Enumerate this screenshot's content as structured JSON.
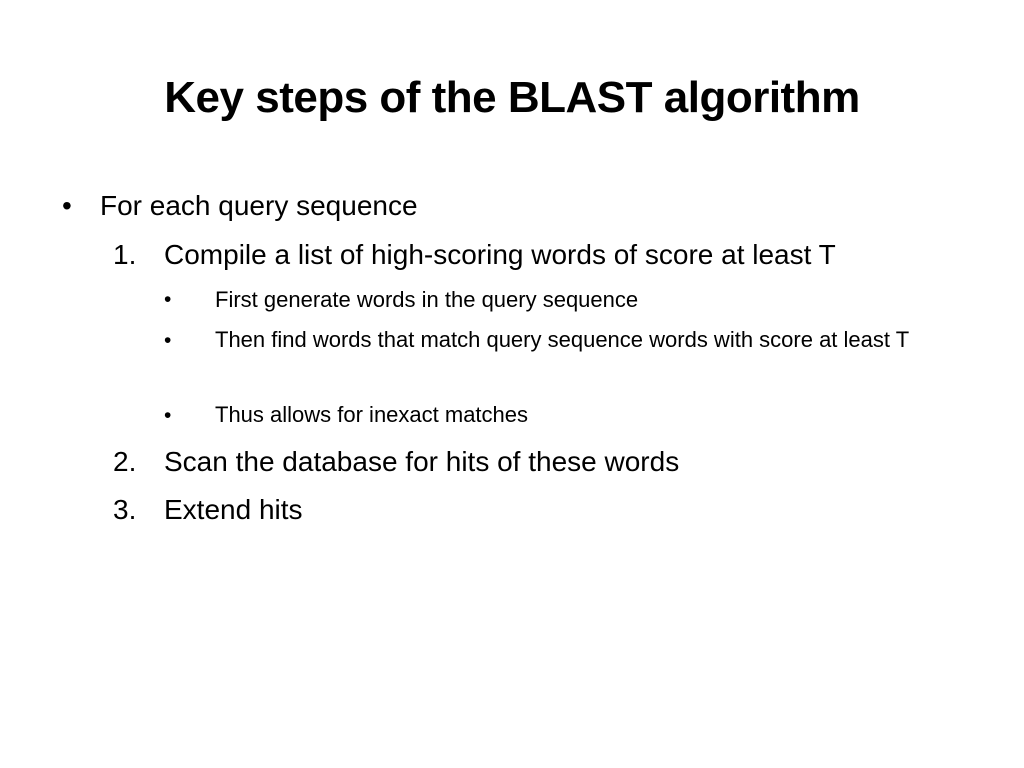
{
  "slide": {
    "title": "Key steps of the BLAST algorithm",
    "level1": {
      "bullet": "•",
      "text": "For each query sequence"
    },
    "steps": [
      {
        "number": "1.",
        "text": "Compile a list of high-scoring words of score at least T",
        "subitems": [
          {
            "bullet": "•",
            "text": "First generate words in the query sequence"
          },
          {
            "bullet": "•",
            "text": "Then find words that match query sequence words with score at least T"
          },
          {
            "bullet": "•",
            "text": "Thus allows for inexact matches"
          }
        ]
      },
      {
        "number": "2.",
        "text": "Scan the database for hits of these words"
      },
      {
        "number": "3.",
        "text": "Extend hits"
      }
    ]
  }
}
